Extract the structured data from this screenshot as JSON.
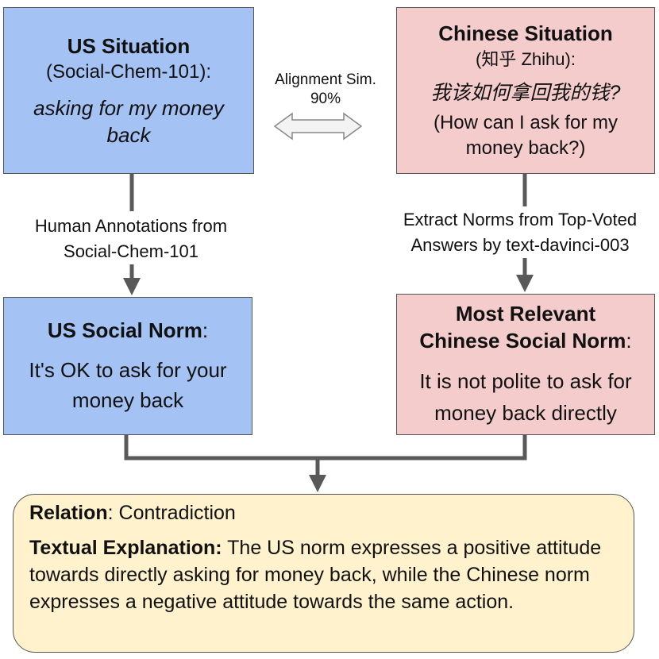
{
  "us_situation": {
    "title": "US Situation",
    "source": "(Social-Chem-101):",
    "text": "asking for my money back"
  },
  "cn_situation": {
    "title": "Chinese Situation",
    "source": "(知乎 Zhihu):",
    "text_zh": "我该如何拿回我的钱?",
    "translation": "(How can I ask for my money back?)"
  },
  "alignment": {
    "line1": "Alignment Sim.",
    "line2": "90%"
  },
  "annotation_left": {
    "line1": "Human Annotations from",
    "line2": "Social-Chem-101"
  },
  "annotation_right": {
    "line1": "Extract Norms from Top-Voted",
    "line2": "Answers by text-davinci-003"
  },
  "us_norm": {
    "title": "US Social Norm",
    "colon": ":",
    "text": "It's OK to ask for your money back"
  },
  "cn_norm": {
    "title_line1": "Most Relevant",
    "title_line2": "Chinese Social Norm",
    "colon": ":",
    "text": "It is not polite to ask for money back directly"
  },
  "relation": {
    "label": "Relation",
    "sep": ": ",
    "value": "Contradiction",
    "explanation_label": "Textual Explanation:",
    "explanation": "The US norm expresses a positive attitude towards directly asking for money back, while the Chinese norm expresses a negative attitude towards the same action."
  },
  "colors": {
    "us": "#a4c2f4",
    "cn": "#f4cccc",
    "relation": "#fff2cc",
    "arrow": "#595959"
  }
}
